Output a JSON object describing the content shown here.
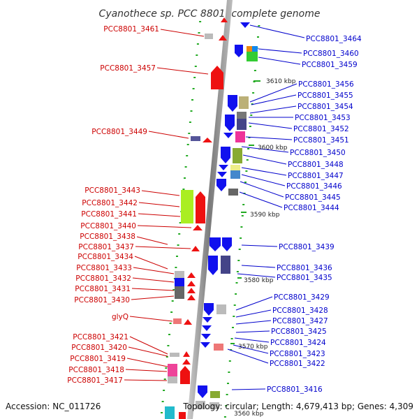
{
  "title": "Cyanothece sp. PCC 8801, complete genome",
  "footer": {
    "accession": "Accession: NC_011726",
    "summary": "Topology: circular; Length: 4,679,413 bp; Genes: 4,309"
  },
  "scale_labels": [
    "3610 kbp",
    "3600 kbp",
    "3590 kbp",
    "3580 kbp",
    "3570 kbp",
    "3560 kbp"
  ],
  "left_labels": [
    "PCC8801_3461",
    "PCC8801_3457",
    "PCC8801_3449",
    "PCC8801_3443",
    "PCC8801_3442",
    "PCC8801_3441",
    "PCC8801_3440",
    "PCC8801_3438",
    "PCC8801_3437",
    "PCC8801_3434",
    "PCC8801_3433",
    "PCC8801_3432",
    "PCC8801_3431",
    "PCC8801_3430",
    "glyQ",
    "PCC8801_3421",
    "PCC8801_3420",
    "PCC8801_3419",
    "PCC8801_3418",
    "PCC8801_3417"
  ],
  "right_labels": [
    "PCC8801_3464",
    "PCC8801_3460",
    "PCC8801_3459",
    "PCC8801_3456",
    "PCC8801_3455",
    "PCC8801_3454",
    "PCC8801_3453",
    "PCC8801_3452",
    "PCC8801_3451",
    "PCC8801_3450",
    "PCC8801_3448",
    "PCC8801_3447",
    "PCC8801_3446",
    "PCC8801_3445",
    "PCC8801_3444",
    "PCC8801_3439",
    "PCC8801_3436",
    "PCC8801_3435",
    "PCC8801_3429",
    "PCC8801_3428",
    "PCC8801_3427",
    "PCC8801_3425",
    "PCC8801_3424",
    "PCC8801_3423",
    "PCC8801_3422",
    "PCC8801_3416"
  ],
  "colors": {
    "forward_strand": "#ee1111",
    "reverse_strand": "#1111ee",
    "backbone": "#888888",
    "left_label": "#cc0000",
    "right_label": "#0000cc",
    "gc_dot": "#22aa22"
  }
}
